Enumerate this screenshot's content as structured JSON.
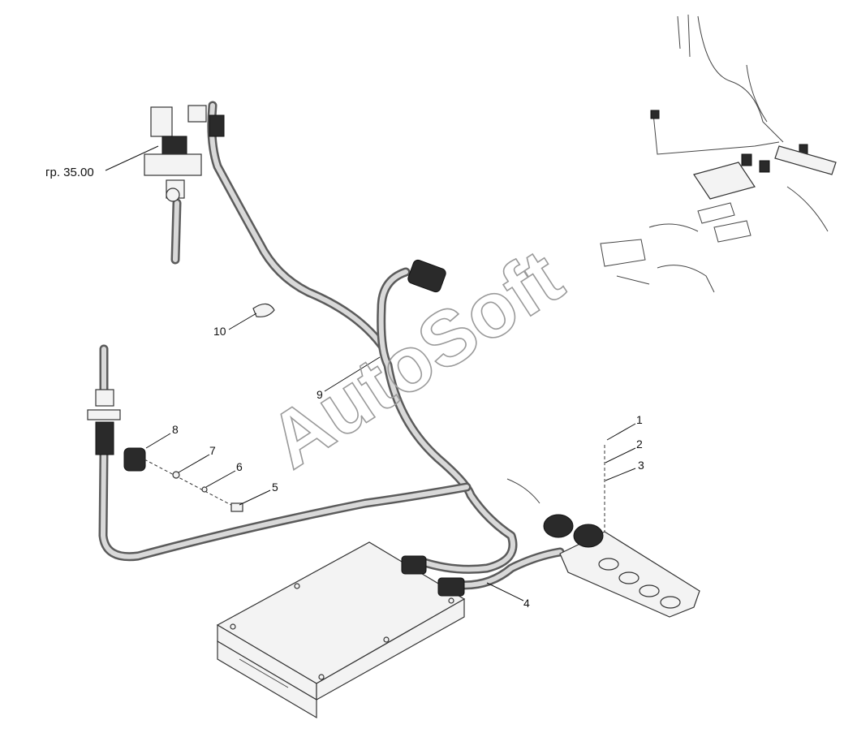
{
  "ref_label": "гр. 35.00",
  "watermark": "AutoSoft",
  "callouts": [
    "1",
    "2",
    "3",
    "4",
    "5",
    "6",
    "7",
    "8",
    "9",
    "10"
  ]
}
